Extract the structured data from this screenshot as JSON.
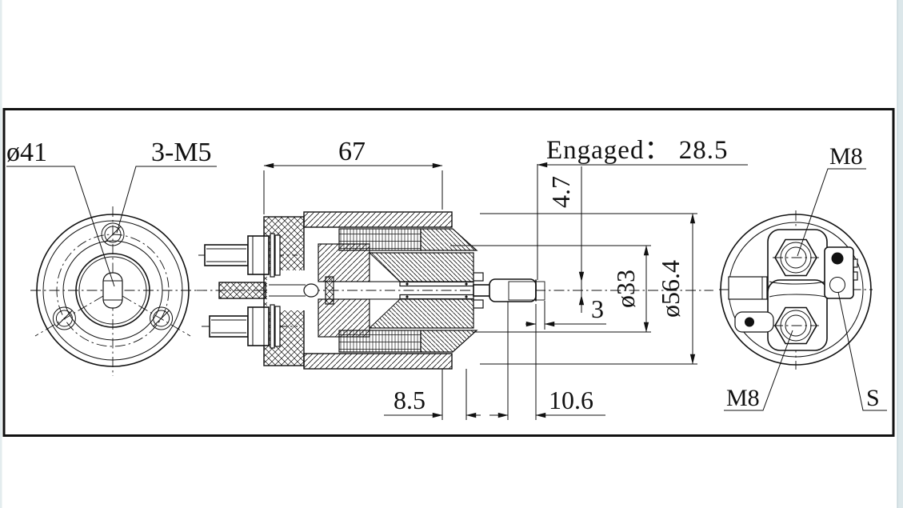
{
  "meta": {
    "type": "engineering-drawing",
    "line_color": "#111111",
    "paper_color": "#ffffff",
    "edge_strip_color": "#dce7ea"
  },
  "views": {
    "front": {
      "flange_diameter": "ø41",
      "screw_spec": "3-M5"
    },
    "section": {
      "overall_length": "67",
      "engaged_note": "Engaged： 28.5",
      "pin_tip_diameter": "4.7",
      "pin_step": "3",
      "bore_diameter": "ø33",
      "body_diameter": "ø56.4",
      "dim_a": "8.5",
      "dim_b": "10.6"
    },
    "rear": {
      "terminal_top": "M8",
      "terminal_bottom": "M8",
      "terminal_s": "S"
    }
  }
}
